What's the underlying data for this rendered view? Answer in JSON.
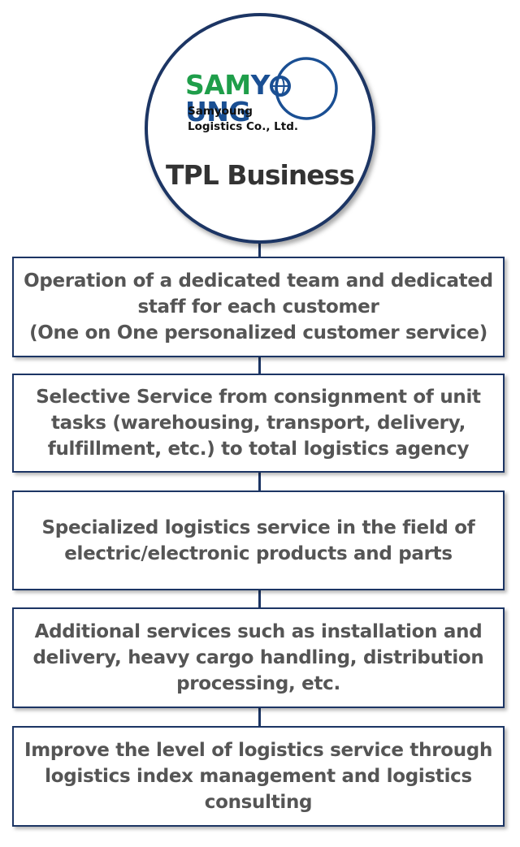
{
  "header": {
    "logo_word": {
      "green": "SAM",
      "blue_y": "Y",
      "blue_rest": "UNG"
    },
    "logo_subtitle_line1": "Samyoung",
    "logo_subtitle_line2": "Logistics Co., Ltd.",
    "title": "TPL Business"
  },
  "colors": {
    "navy": "#1c3564",
    "logo_green": "#1f9e4a",
    "logo_blue": "#1a4f93",
    "text_gray": "#555555"
  },
  "items": [
    {
      "lines": [
        "Operation of a dedicated team and dedicated",
        "staff for each customer",
        "(One on One personalized customer service)"
      ]
    },
    {
      "lines": [
        "Selective Service from consignment of unit",
        "tasks (warehousing, transport, delivery,",
        "fulfillment, etc.) to total logistics agency"
      ]
    },
    {
      "lines": [
        "Specialized logistics service in the field of",
        "electric/electronic products and parts"
      ]
    },
    {
      "lines": [
        "Additional services such as installation and",
        "delivery, heavy cargo handling, distribution",
        "processing, etc."
      ]
    },
    {
      "lines": [
        "Improve the level of logistics service through",
        "logistics index management and logistics",
        "consulting"
      ]
    }
  ]
}
